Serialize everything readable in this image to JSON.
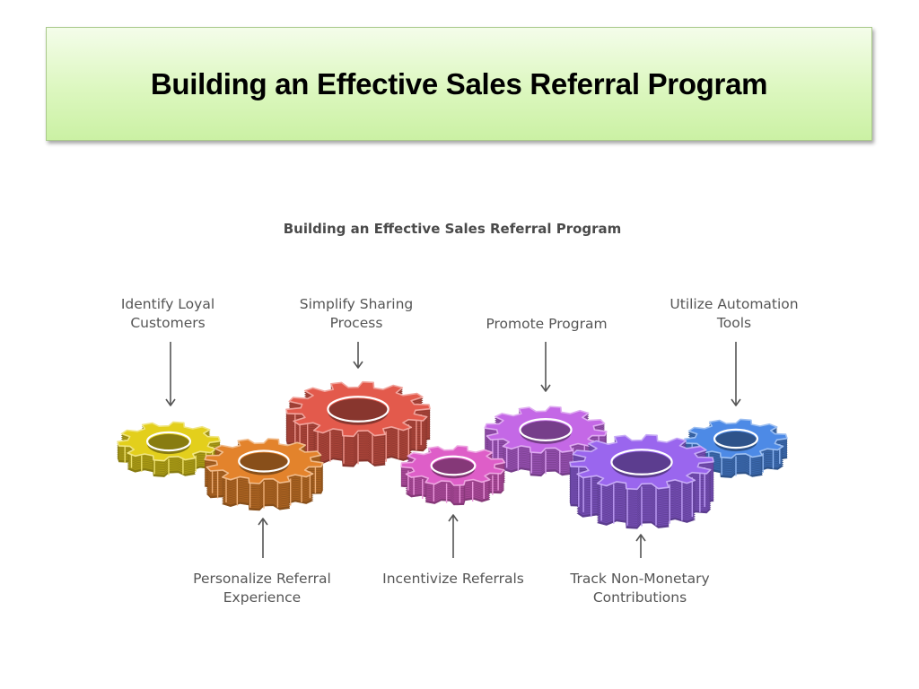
{
  "slide": {
    "title": "Building an Effective Sales Referral Program"
  },
  "diagram": {
    "title": "Building an Effective Sales Referral Program",
    "steps": [
      {
        "id": "identify",
        "lines": [
          "Identify Loyal",
          "Customers"
        ],
        "color": "#e3cf1c",
        "label_position": "above"
      },
      {
        "id": "personalize",
        "lines": [
          "Personalize Referral",
          "Experience"
        ],
        "color": "#e3832c",
        "label_position": "below"
      },
      {
        "id": "simplify",
        "lines": [
          "Simplify Sharing",
          "Process"
        ],
        "color": "#e35a4c",
        "label_position": "above"
      },
      {
        "id": "incentivize",
        "lines": [
          "Incentivize Referrals"
        ],
        "color": "#de5ec8",
        "label_position": "below"
      },
      {
        "id": "promote",
        "lines": [
          "Promote Program"
        ],
        "color": "#c468e6",
        "label_position": "above"
      },
      {
        "id": "track",
        "lines": [
          "Track Non-Monetary",
          "Contributions"
        ],
        "color": "#9a66ee",
        "label_position": "below"
      },
      {
        "id": "automate",
        "lines": [
          "Utilize Automation",
          "Tools"
        ],
        "color": "#4d8ae6",
        "label_position": "above"
      }
    ],
    "icons": [
      "gear-icon",
      "arrow-down-icon",
      "arrow-up-icon"
    ]
  }
}
